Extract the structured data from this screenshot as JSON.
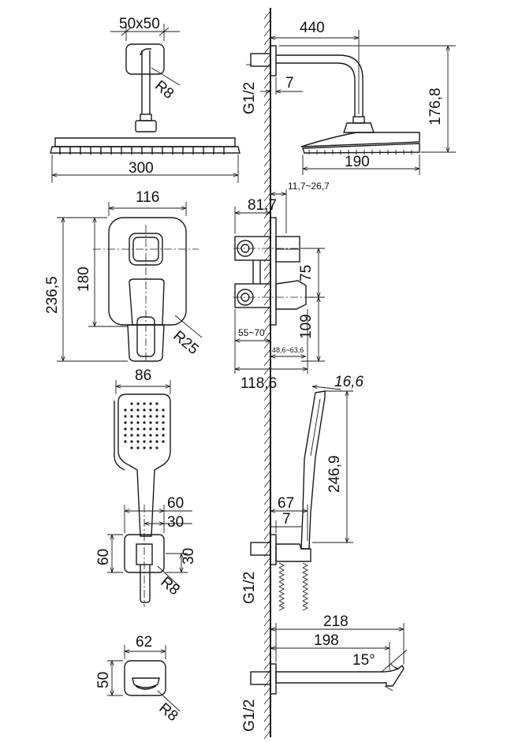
{
  "shower_head": {
    "arm_size": "50x50",
    "arm_radius": "R8",
    "head_width": "300"
  },
  "shower_side": {
    "arm_length": "440",
    "thread": "G1/2",
    "flange": "7",
    "height": "176,8",
    "head_width": "190"
  },
  "mixer_front": {
    "width": "116",
    "height_outer": "236,5",
    "height_inner": "180",
    "radius": "R25"
  },
  "mixer_side": {
    "depth": "81,7",
    "adjust": "11,7~26,7",
    "spacing": "75",
    "body_height": "109",
    "wall_range": "55~70",
    "install_range": "48,6~63,6",
    "total_depth": "118,6"
  },
  "hand_shower": {
    "width": "86",
    "holder_width": "60",
    "holder_center": "30",
    "holder_height": "60",
    "holder_half": "30",
    "radius": "R8"
  },
  "hand_side": {
    "thickness": "16,6",
    "length": "246,9",
    "depth": "67",
    "flange": "7",
    "thread": "G1/2"
  },
  "spout_front": {
    "width": "62",
    "height": "50",
    "radius": "R8"
  },
  "spout_side": {
    "total": "218",
    "reach": "198",
    "angle": "15°",
    "thread": "G1/2"
  }
}
